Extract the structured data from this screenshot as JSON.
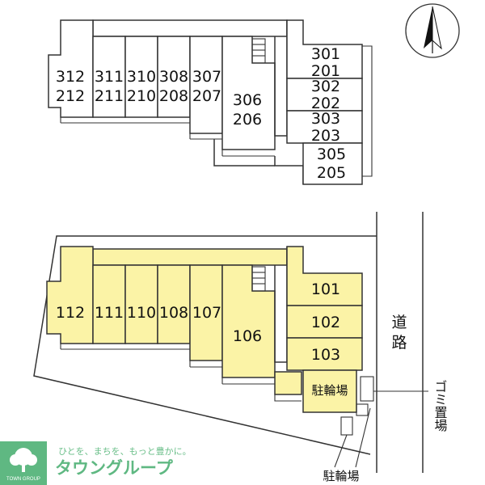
{
  "colors": {
    "unit_fill_ground": "#fbf3a6",
    "unit_fill_upper": "#ffffff",
    "outline": "#333333",
    "logo_green": "#5fb882"
  },
  "upper_floors": {
    "units": [
      {
        "top": "312",
        "bottom": "212"
      },
      {
        "top": "311",
        "bottom": "211"
      },
      {
        "top": "310",
        "bottom": "210"
      },
      {
        "top": "308",
        "bottom": "208"
      },
      {
        "top": "307",
        "bottom": "207"
      },
      {
        "top": "306",
        "bottom": "206"
      },
      {
        "top": "301",
        "bottom": "201"
      },
      {
        "top": "302",
        "bottom": "202"
      },
      {
        "top": "303",
        "bottom": "203"
      },
      {
        "top": "305",
        "bottom": "205"
      }
    ]
  },
  "ground_floor": {
    "units": [
      "112",
      "111",
      "110",
      "108",
      "107",
      "106",
      "101",
      "102",
      "103"
    ],
    "bicycle_parking_inner": "駐輪場"
  },
  "site": {
    "road_label": [
      "道",
      "路"
    ],
    "garbage_label": "ゴミ置場",
    "bicycle_parking_outer": "駐輪場"
  },
  "compass": {
    "icon": "north-arrow-icon"
  },
  "logo": {
    "tagline": "ひとを、まちを、もっと豊かに。",
    "company": "タウングループ",
    "badge": "TOWN GROUP",
    "icon": "tree-icon"
  }
}
